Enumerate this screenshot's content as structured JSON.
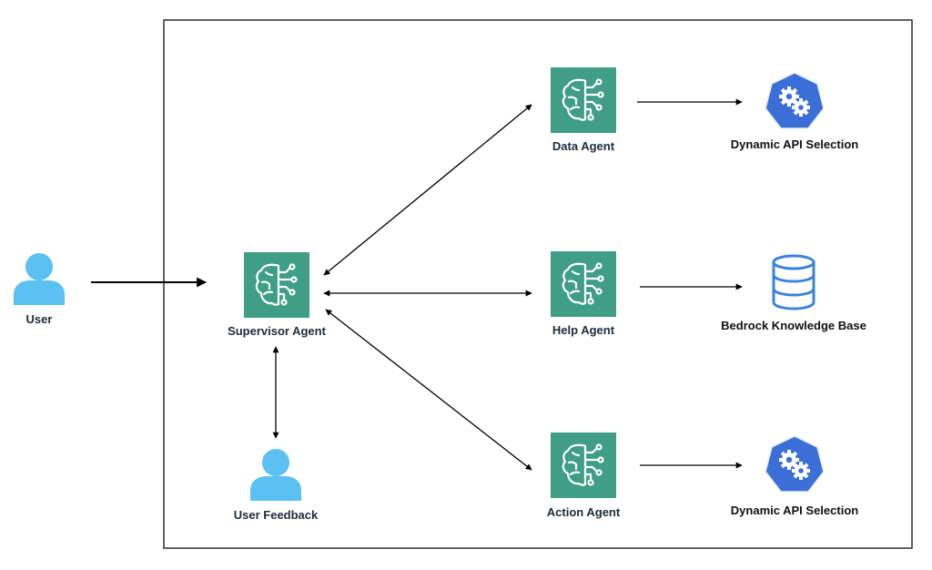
{
  "nodes": {
    "user": {
      "label": "User",
      "icon": "user-icon"
    },
    "supervisor": {
      "label": "Supervisor Agent",
      "icon": "agent-brain-icon"
    },
    "user_feedback": {
      "label": "User Feedback",
      "icon": "user-icon"
    },
    "data_agent": {
      "label": "Data Agent",
      "icon": "agent-brain-icon"
    },
    "help_agent": {
      "label": "Help Agent",
      "icon": "agent-brain-icon"
    },
    "action_agent": {
      "label": "Action Agent",
      "icon": "agent-brain-icon"
    },
    "api_selection_top": {
      "label": "Dynamic API Selection",
      "icon": "api-gear-icon"
    },
    "knowledge_base": {
      "label": "Bedrock Knowledge Base",
      "icon": "database-icon"
    },
    "api_selection_bottom": {
      "label": "Dynamic API Selection",
      "icon": "api-gear-icon"
    }
  },
  "colors": {
    "agent_bg": "#3f9e85",
    "user": "#5bc0f2",
    "api_hex": "#3b6fd7",
    "database": "#3a83dc",
    "text": "#1e2b3c",
    "line": "#000000"
  }
}
